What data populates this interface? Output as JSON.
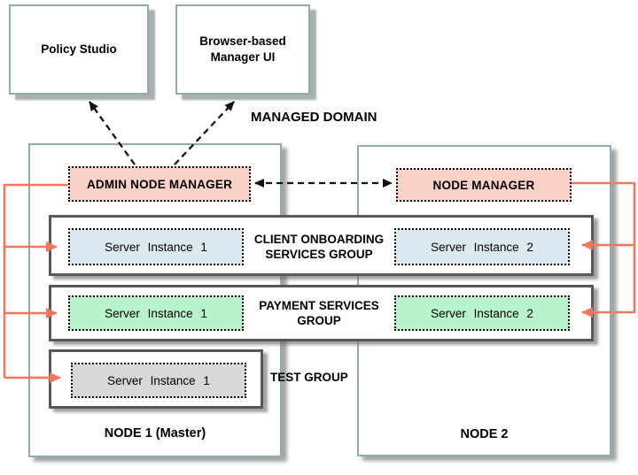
{
  "title_label": "MANAGED DOMAIN",
  "external_apps": {
    "policy_studio": "Policy Studio",
    "browser_manager_line1": "Browser-based",
    "browser_manager_line2": "Manager UI"
  },
  "node1": {
    "manager_label": "ADMIN NODE MANAGER",
    "footer_label": "NODE 1 (Master)"
  },
  "node2": {
    "manager_label": "NODE MANAGER",
    "footer_label": "NODE 2"
  },
  "groups": [
    {
      "label_line1": "CLIENT ONBOARDING",
      "label_line2": "SERVICES GROUP",
      "instance1": "Server Instance 1",
      "instance2": "Server Instance 2",
      "fill": "#dbeaf0"
    },
    {
      "label_line1": "PAYMENT SERVICES",
      "label_line2": "GROUP",
      "instance1": "Server Instance 1",
      "instance2": "Server Instance 2",
      "fill": "#b9f3cb"
    },
    {
      "label_line1": "TEST GROUP",
      "instance1": "Server Instance 1",
      "fill": "#d8d8d8"
    }
  ],
  "colors": {
    "node_border": "#90acae",
    "group_border": "#575757",
    "manager_fill": "#fad2c7",
    "connector_orange": "#f4775a",
    "arrow_black": "#111111"
  }
}
